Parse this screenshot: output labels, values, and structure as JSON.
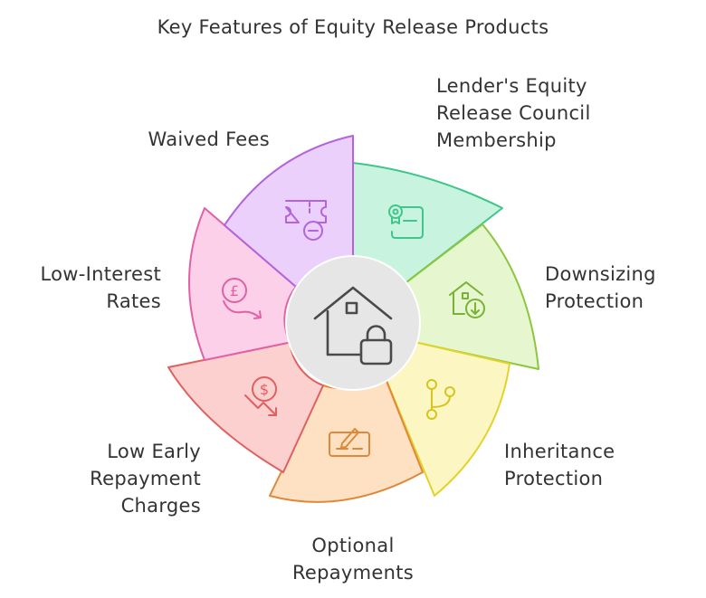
{
  "title": "Key Features of Equity Release Products",
  "center": {
    "icon": "house-lock-icon",
    "color": "#e6e6e6",
    "stroke": "#4a4a4a"
  },
  "segments": [
    {
      "key": "equity-release-council",
      "label": "Lender's Equity\nRelease Council\nMembership",
      "icon": "certificate-scroll-icon",
      "fill": "#c8f3de",
      "stroke": "#40c68a"
    },
    {
      "key": "downsizing-protection",
      "label": "Downsizing\nProtection",
      "icon": "house-down-arrow-icon",
      "fill": "#e6f7cf",
      "stroke": "#8cc63f"
    },
    {
      "key": "inheritance-protection",
      "label": "Inheritance\nProtection",
      "icon": "branch-icon",
      "fill": "#fbf6c2",
      "stroke": "#e2d32a"
    },
    {
      "key": "optional-repayments",
      "label": "Optional\nRepayments",
      "icon": "check-pen-icon",
      "fill": "#fde1c2",
      "stroke": "#e0883a"
    },
    {
      "key": "low-early-repayment-charges",
      "label": "Low Early\nRepayment\nCharges",
      "icon": "dollar-down-arrow-icon",
      "fill": "#fdd0d0",
      "stroke": "#e05f5f"
    },
    {
      "key": "low-interest-rates",
      "label": "Low-Interest\nRates",
      "icon": "pound-down-arrow-icon",
      "fill": "#fcd0e8",
      "stroke": "#e061a6"
    },
    {
      "key": "waived-fees",
      "label": "Waived Fees",
      "icon": "ticket-minus-icon",
      "fill": "#ead0fb",
      "stroke": "#b364dc"
    }
  ]
}
